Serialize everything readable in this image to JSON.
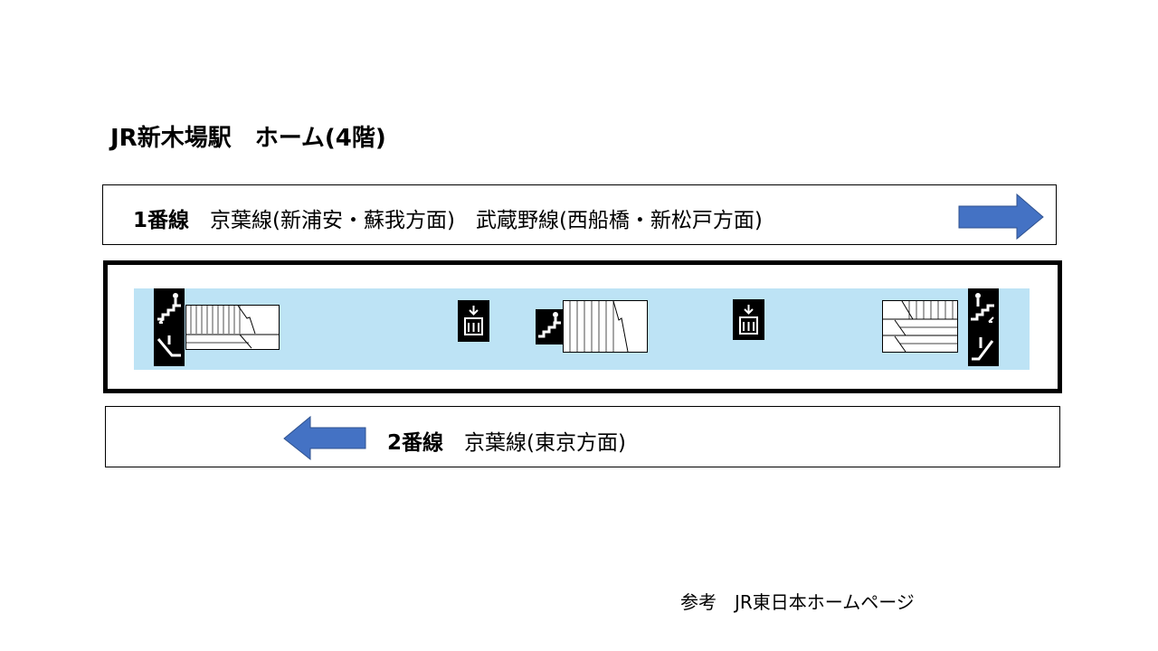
{
  "title": "JR新木場駅　ホーム(4階)",
  "track1": {
    "number": "1番線",
    "destinations": "京葉線(新浦安・蘇我方面)　武蔵野線(西船橋・新松戸方面)",
    "arrow_direction": "right"
  },
  "track2": {
    "number": "2番線",
    "destinations": "京葉線(東京方面)",
    "arrow_direction": "left"
  },
  "footer": "参考　JR東日本ホームページ",
  "colors": {
    "arrow": "#4472c4",
    "platform": "#bde3f5"
  }
}
